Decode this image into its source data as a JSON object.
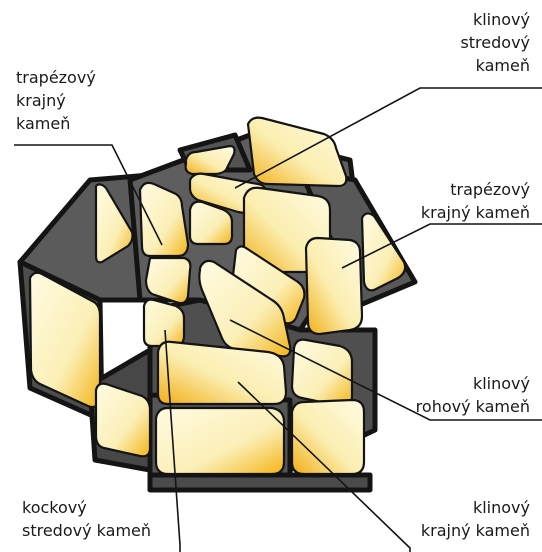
{
  "labels": {
    "top_right": [
      "klinový",
      "stredový",
      "kameň"
    ],
    "top_left": [
      "trapézový",
      "krajný",
      "kameň"
    ],
    "middle_right": [
      "trapézový",
      "krajný kameň"
    ],
    "lower_right": [
      "klinový",
      "rohový kameň"
    ],
    "bottom_left": [
      "kockový",
      "stredový kameň"
    ],
    "bottom_right": [
      "klinový",
      "krajný kameň"
    ]
  },
  "colors": {
    "body": "#5a5a5a",
    "body_dark": "#3a3a3a",
    "sticker_light": "#fdf6cf",
    "sticker_gold": "#f5b81a",
    "outline": "#141414"
  }
}
